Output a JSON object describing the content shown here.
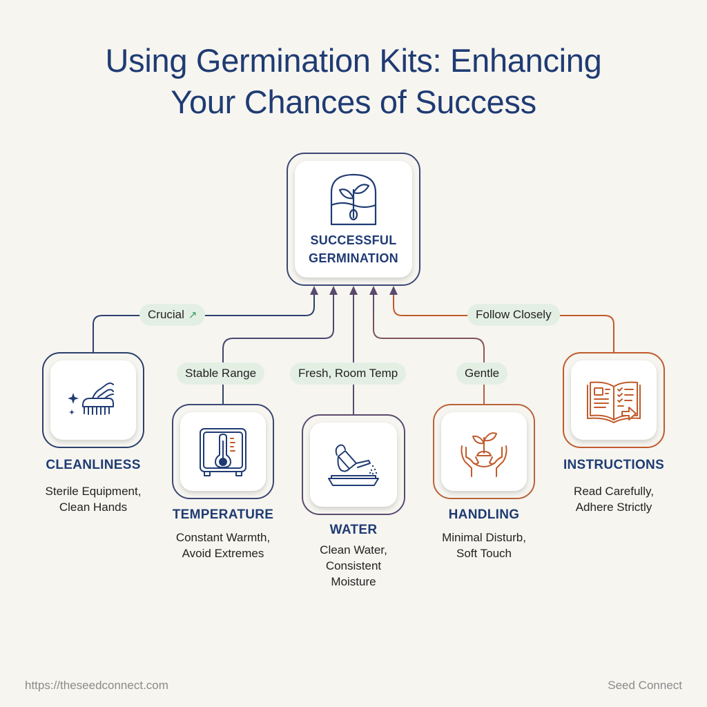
{
  "title": {
    "line1": "Using Germination Kits: Enhancing",
    "line2": "Your Chances of Success"
  },
  "center": {
    "icon": "seedling-dome-icon",
    "label_line1": "SUCCESSFUL",
    "label_line2": "GERMINATION"
  },
  "connector_labels": {
    "cleanliness": "Crucial",
    "temperature": "Stable Range",
    "water": "Fresh, Room Temp",
    "handling": "Gentle",
    "instructions": "Follow Closely"
  },
  "factors": [
    {
      "title": "CLEANLINESS",
      "icon": "scrub-brush-icon",
      "desc_line1": "Sterile Equipment,",
      "desc_line2": "Clean Hands"
    },
    {
      "title": "TEMPERATURE",
      "icon": "thermometer-icon",
      "desc_line1": "Constant Warmth,",
      "desc_line2": "Avoid Extremes"
    },
    {
      "title": "WATER",
      "icon": "watering-can-icon",
      "desc_line1": "Clean Water,",
      "desc_line2": "Consistent",
      "desc_line3": "Moisture"
    },
    {
      "title": "HANDLING",
      "icon": "hands-seedling-icon",
      "desc_line1": "Minimal Disturb,",
      "desc_line2": "Soft Touch"
    },
    {
      "title": "INSTRUCTIONS",
      "icon": "open-book-checklist-icon",
      "desc_line1": "Read Carefully,",
      "desc_line2": "Adhere Strictly"
    }
  ],
  "colors": {
    "navy": "#1f3b73",
    "purple": "#5a4a6e",
    "rust": "#c05a2a",
    "pill_bg": "#e4efe4",
    "background": "#f6f5f0"
  },
  "footer": {
    "url": "https://theseedconnect.com",
    "brand": "Seed Connect"
  }
}
